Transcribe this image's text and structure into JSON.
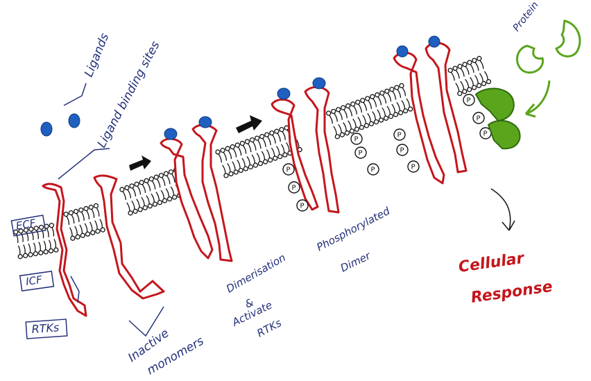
{
  "labels": {
    "ligands": "Ligands",
    "ligand_binding_sites": "Ligand binding sites",
    "protein": "Protein",
    "ecf": "ECF",
    "icf": "ICF",
    "rtks": "RTKs",
    "inactive": "Inactive",
    "monomers": "monomers",
    "dimerisation": "Dimerisation",
    "amp": "&",
    "activate": "Activate",
    "rtks2": "RTKs",
    "phosphorylated": "Phosphorylated",
    "dimer": "Dimer",
    "cellular": "Cellular",
    "response": "Response",
    "p": "P"
  },
  "colors": {
    "receptor": "#c4161c",
    "ligand": "#1f5fbf",
    "label_ink": "#23307a",
    "protein": "#5aa51c"
  }
}
